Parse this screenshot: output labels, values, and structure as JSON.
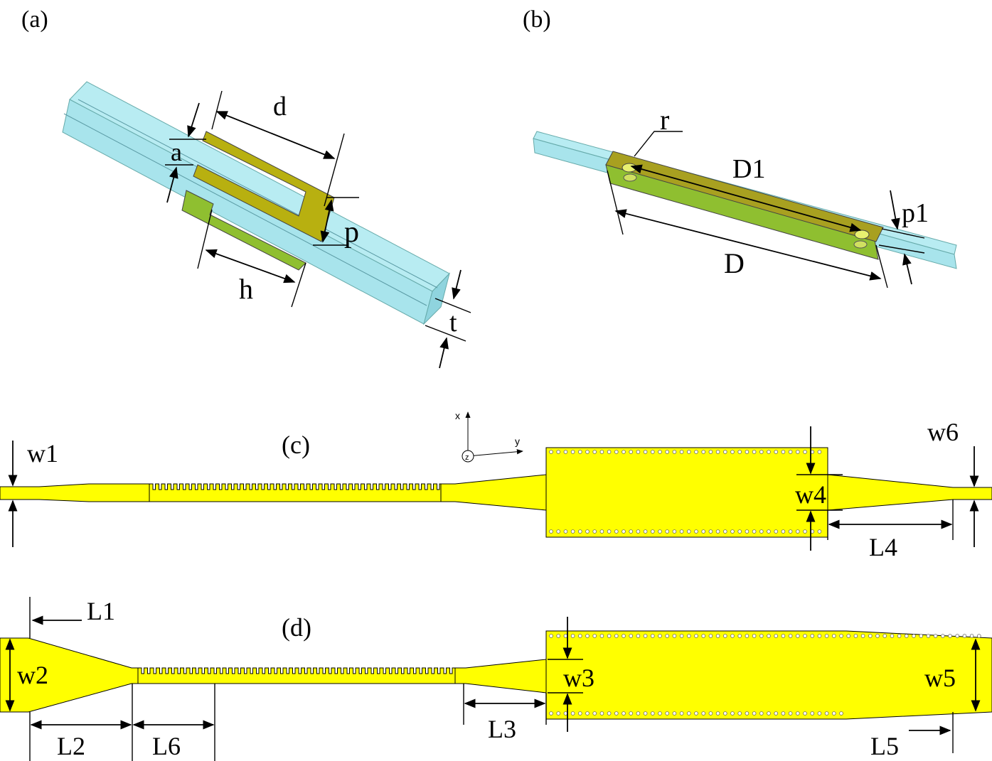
{
  "panels": {
    "a": {
      "label": "(a)",
      "dims": {
        "d": "d",
        "a": "a",
        "p": "p",
        "h": "h",
        "t": "t"
      }
    },
    "b": {
      "label": "(b)",
      "dims": {
        "r": "r",
        "D1": "D1",
        "D": "D",
        "p1": "p1"
      }
    },
    "c": {
      "label": "(c)",
      "dims": {
        "w1": "w1",
        "w4": "w4",
        "w6": "w6",
        "L4": "L4"
      }
    },
    "d": {
      "label": "(d)",
      "dims": {
        "L1": "L1",
        "w2": "w2",
        "L2": "L2",
        "L6": "L6",
        "L3": "L3",
        "w3": "w3",
        "w5": "w5",
        "L5": "L5"
      }
    }
  },
  "axes": {
    "x": "x",
    "y": "y",
    "z": "z"
  },
  "colors": {
    "substrate": "#a8e4ec",
    "metal_top": "#b8b010",
    "metal_bottom": "#8fbf30",
    "microstrip": "#ffff00"
  }
}
